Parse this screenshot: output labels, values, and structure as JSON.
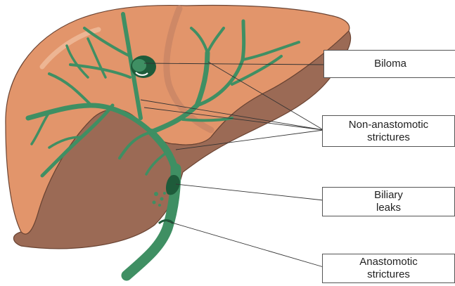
{
  "labels": {
    "biloma": "Biloma",
    "non_anastomotic": "Non-anastomotic\nstrictures",
    "biliary_leaks": "Biliary\nleaks",
    "anastomotic": "Anastomotic\nstrictures"
  },
  "colors": {
    "liver": "#e2956b",
    "liver_shadow": "#9b6a55",
    "liver_outline": "#6b4433",
    "bile_duct": "#3f8f63",
    "bile_dark": "#1e5b3a",
    "leader_line": "#333333"
  }
}
